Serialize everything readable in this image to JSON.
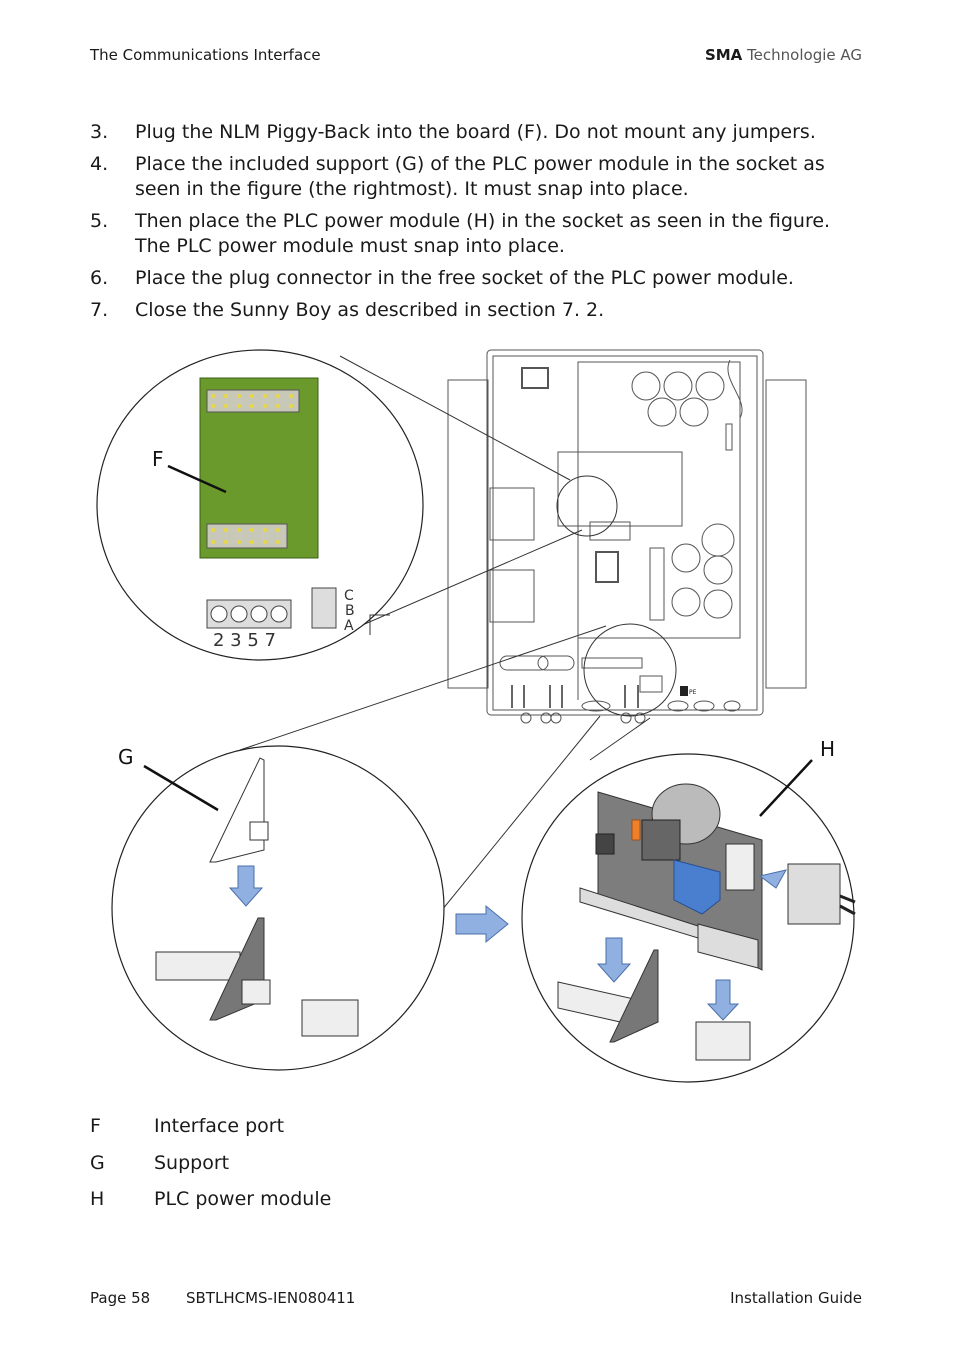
{
  "header": {
    "left": "The Communications Interface",
    "brand": "SMA",
    "brand_rest": "Technologie AG"
  },
  "steps": [
    {
      "num": "3.",
      "text": "Plug the NLM Piggy-Back into the board (F). Do not mount any jumpers."
    },
    {
      "num": "4.",
      "text": "Place the included support (G) of the PLC power module in the socket as seen in the figure (the rightmost). It must snap into place."
    },
    {
      "num": "5.",
      "text": "Then place the PLC power module (H) in the socket as seen in the figure. The PLC power module must snap into place."
    },
    {
      "num": "6.",
      "text": "Place the plug connector in the free socket of the PLC power module."
    },
    {
      "num": "7.",
      "text": "Close the Sunny Boy as described in section 7. 2."
    }
  ],
  "figure": {
    "label_f": "F",
    "label_g": "G",
    "label_h": "H",
    "jumper_c": "C",
    "jumper_b": "B",
    "jumper_a": "A",
    "terminal_numbers": "2 3 5 7",
    "pe_label": "PE",
    "colors": {
      "board_green": "#6a9a2c",
      "arrow_blue": "#8fb0e0",
      "relay_orange": "#f07f2a",
      "module_blue": "#4a7fd0"
    }
  },
  "legend": [
    {
      "key": "F",
      "text": "Interface port"
    },
    {
      "key": "G",
      "text": "Support"
    },
    {
      "key": "H",
      "text": "PLC power module"
    }
  ],
  "footer": {
    "page": "Page 58",
    "doc_code": "SBTLHCMS-IEN080411",
    "guide": "Installation Guide"
  }
}
